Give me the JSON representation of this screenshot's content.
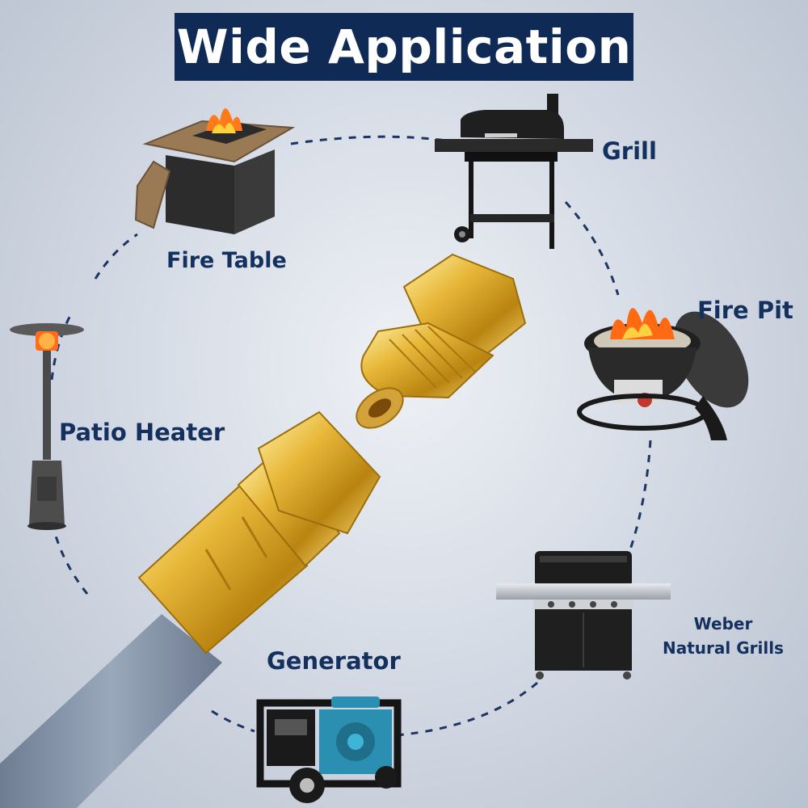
{
  "title": "Wide Application",
  "applications": {
    "fire_table": "Fire Table",
    "grill": "Grill",
    "fire_pit": "Fire Pit",
    "patio_heater": "Patio Heater",
    "generator": "Generator",
    "weber_line1": "Weber",
    "weber_line2": "Natural Grills"
  },
  "colors": {
    "title_bg": "#0f2a55",
    "label_text": "#14305f",
    "brass": "#d9a520",
    "hose": "#8593a8"
  },
  "icons": [
    "fire-table-icon",
    "grill-icon",
    "fire-pit-icon",
    "patio-heater-icon",
    "generator-icon",
    "weber-grill-icon",
    "brass-fitting-icon",
    "gas-hose-icon"
  ]
}
